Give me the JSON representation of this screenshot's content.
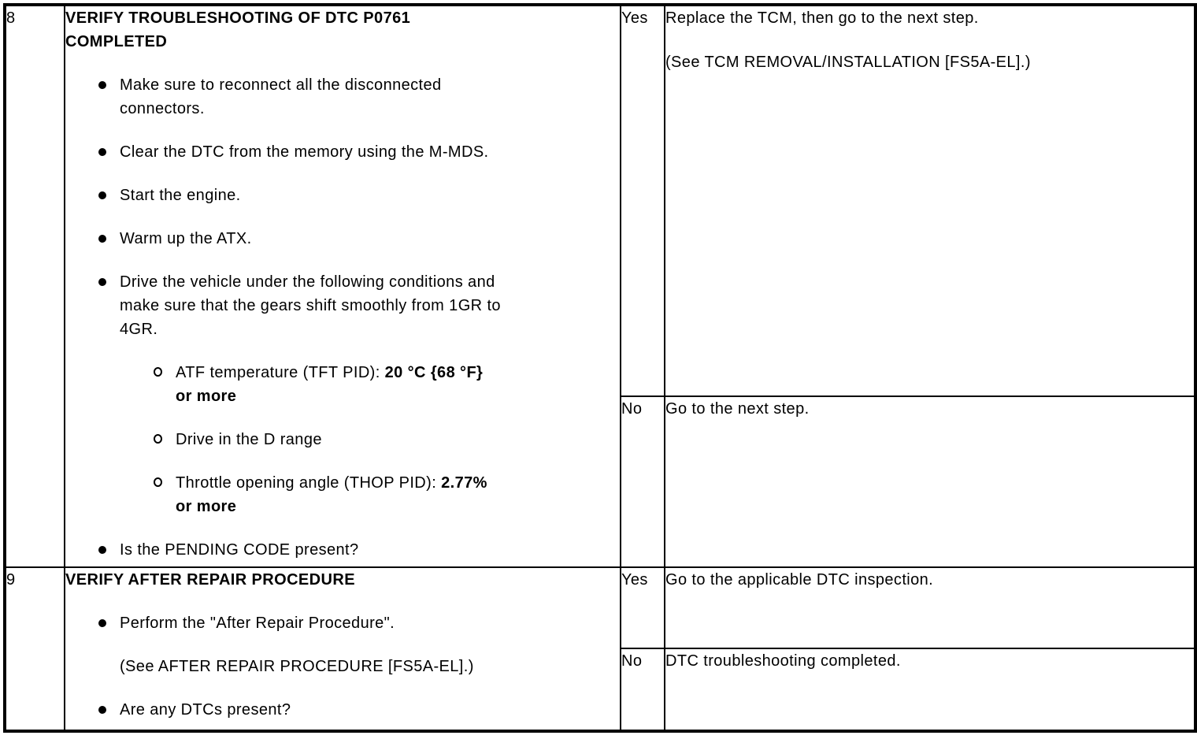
{
  "colors": {
    "ink": "#000000",
    "paper": "#ffffff"
  },
  "steps": [
    {
      "number": "8",
      "title": "VERIFY TROUBLESHOOTING OF DTC P0761\nCOMPLETED",
      "items": [
        {
          "marker": "bullet",
          "text": "Make sure to reconnect all the disconnected\nconnectors."
        },
        {
          "marker": "bullet",
          "text": "Clear the DTC from the memory using the M-MDS."
        },
        {
          "marker": "bullet",
          "text": "Start the engine."
        },
        {
          "marker": "bullet",
          "text": "Warm up the ATX."
        },
        {
          "marker": "bullet",
          "text": "Drive the vehicle under the following conditions and\nmake sure that the gears shift smoothly from 1GR to\n4GR."
        },
        {
          "marker": "circle",
          "text": "ATF temperature (TFT PID): ",
          "bold": "20 °C {68 °F}\nor more"
        },
        {
          "marker": "circle",
          "text": "Drive in the D range"
        },
        {
          "marker": "circle",
          "text": "Throttle opening angle (THOP PID): ",
          "bold": "2.77%\nor more"
        },
        {
          "marker": "bullet",
          "text": "Is the PENDING CODE present?"
        }
      ],
      "branches": [
        {
          "label": "Yes",
          "lines": [
            "Replace the TCM, then go to the next step.",
            "(See TCM REMOVAL/INSTALLATION [FS5A-EL].)"
          ]
        },
        {
          "label": "No",
          "lines": [
            "Go to the next step."
          ]
        }
      ]
    },
    {
      "number": "9",
      "title": "VERIFY AFTER REPAIR PROCEDURE",
      "items": [
        {
          "marker": "bullet",
          "text": "Perform the \"After Repair Procedure\"."
        },
        {
          "marker": "note",
          "text": "(See AFTER REPAIR PROCEDURE [FS5A-EL].)"
        },
        {
          "marker": "bullet",
          "text": "Are any DTCs present?"
        }
      ],
      "branches": [
        {
          "label": "Yes",
          "lines": [
            "Go to the applicable DTC inspection."
          ]
        },
        {
          "label": "No",
          "lines": [
            "DTC troubleshooting completed."
          ]
        }
      ]
    }
  ]
}
